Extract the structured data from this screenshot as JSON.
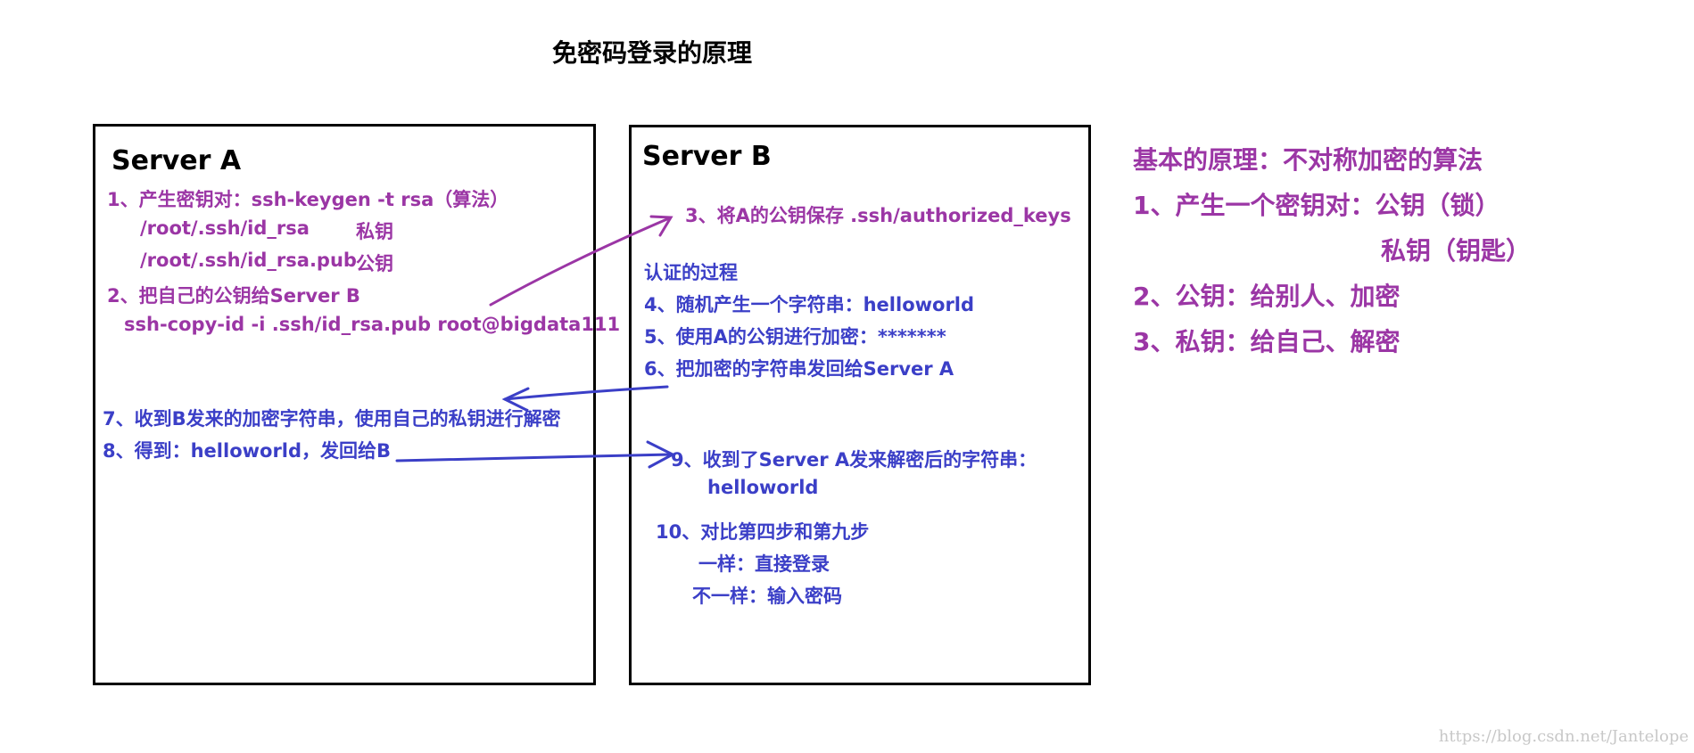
{
  "title": "免密码登录的原理",
  "server_a": {
    "name": "Server A",
    "lines": [
      "1、产生密钥对：ssh-keygen  -t rsa（算法）",
      "/root/.ssh/id_rsa",
      "私钥",
      "/root/.ssh/id_rsa.pub",
      "公钥",
      "2、把自己的公钥给Server B",
      "ssh-copy-id -i .ssh/id_rsa.pub root@bigdata111",
      "7、收到B发来的加密字符串，使用自己的私钥进行解密",
      "8、得到：helloworld，发回给B"
    ]
  },
  "server_b": {
    "name": "Server B",
    "lines": [
      "3、将A的公钥保存 .ssh/authorized_keys",
      "认证的过程",
      "4、随机产生一个字符串：helloworld",
      "5、使用A的公钥进行加密：*******",
      "6、把加密的字符串发回给Server A",
      "9、收到了Server A发来解密后的字符串：",
      "helloworld",
      "10、对比第四步和第九步",
      "一样：直接登录",
      "不一样：输入密码"
    ]
  },
  "principle": {
    "heading": "基本的原理：不对称加密的算法",
    "lines": [
      "1、产生一个密钥对：公钥（锁）",
      "私钥（钥匙）",
      "2、公钥：给别人、加密",
      "3、私钥：给自己、解密"
    ]
  },
  "watermark": "https://blog.csdn.net/Jantelope",
  "colors": {
    "purple": "#9b36a5",
    "blue": "#3b3fc7",
    "border": "#000000"
  }
}
